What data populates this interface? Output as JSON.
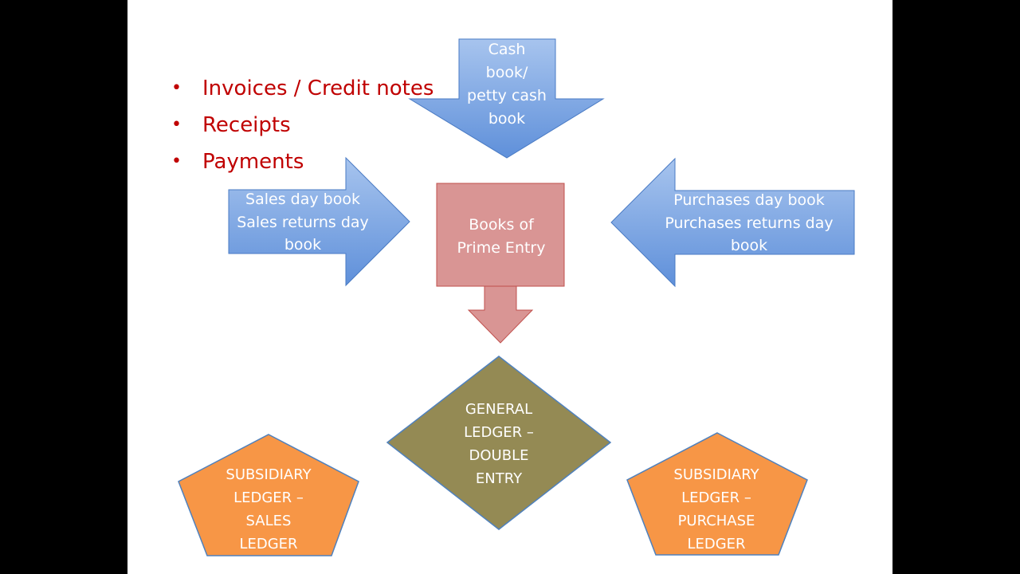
{
  "colors": {
    "bullet_text": "#c00000",
    "blue_arrow_top": "#a7c4ee",
    "blue_arrow_bottom": "#5f90da",
    "blue_stroke": "#4a7bc4",
    "prime_fill": "#d99594",
    "prime_stroke": "#c0504d",
    "ledger_fill": "#948a54",
    "ledger_stroke": "#4f81bd",
    "subsidiary_fill": "#f79646",
    "subsidiary_stroke": "#4f81bd"
  },
  "bullets": [
    {
      "marker": "•",
      "text": "Invoices / Credit notes"
    },
    {
      "marker": "•",
      "text": "Receipts"
    },
    {
      "marker": "•",
      "text": "Payments"
    }
  ],
  "nodes": {
    "cash_book": {
      "lines": [
        "Cash",
        "book/",
        "petty cash",
        "book"
      ]
    },
    "sales_books": {
      "lines": [
        "Sales day book",
        "Sales returns day",
        "book"
      ]
    },
    "purchases_books": {
      "lines": [
        "Purchases day book",
        "Purchases returns day",
        "book"
      ]
    },
    "prime_entry": {
      "lines": [
        "Books of",
        "Prime Entry"
      ]
    },
    "general_ledger": {
      "lines": [
        "GENERAL",
        "LEDGER –",
        "DOUBLE",
        "ENTRY"
      ]
    },
    "subsidiary_sales": {
      "lines": [
        "SUBSIDIARY",
        "LEDGER –",
        "SALES",
        "LEDGER"
      ]
    },
    "subsidiary_purchase": {
      "lines": [
        "SUBSIDIARY",
        "LEDGER –",
        "PURCHASE",
        "LEDGER"
      ]
    }
  }
}
